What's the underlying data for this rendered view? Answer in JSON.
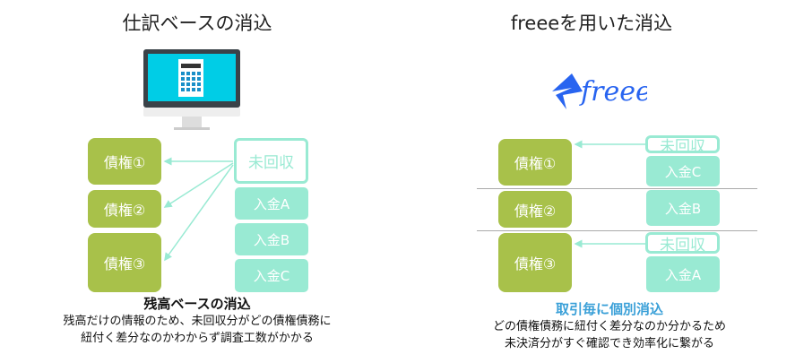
{
  "left": {
    "title": "仕訳ベースの消込",
    "claims": [
      "債権①",
      "債権②",
      "債権③"
    ],
    "unpaid": "未回収",
    "payments": [
      "入金A",
      "入金B",
      "入金C"
    ],
    "heading": "残高ベースの消込",
    "desc": [
      "残高だけの情報のため、未回収分がどの債権債務に",
      "紐付く差分なのかわからず調査工数がかかる"
    ]
  },
  "right": {
    "title": "freeeを用いた消込",
    "logo": "freee",
    "claims": [
      "債権①",
      "債権②",
      "債権③"
    ],
    "unpaid": "未回収",
    "payments": [
      "入金C",
      "入金B",
      "入金A"
    ],
    "heading": "取引毎に個別消込",
    "desc": [
      "どの債権債務に紐付く差分なのか分かるため",
      "未決済分がすぐ確認でき効率化に繋がる"
    ]
  },
  "colors": {
    "green": "#a8c14a",
    "teal": "#99ead3",
    "blue": "#3aa0d8",
    "logo": "#2864f0"
  }
}
